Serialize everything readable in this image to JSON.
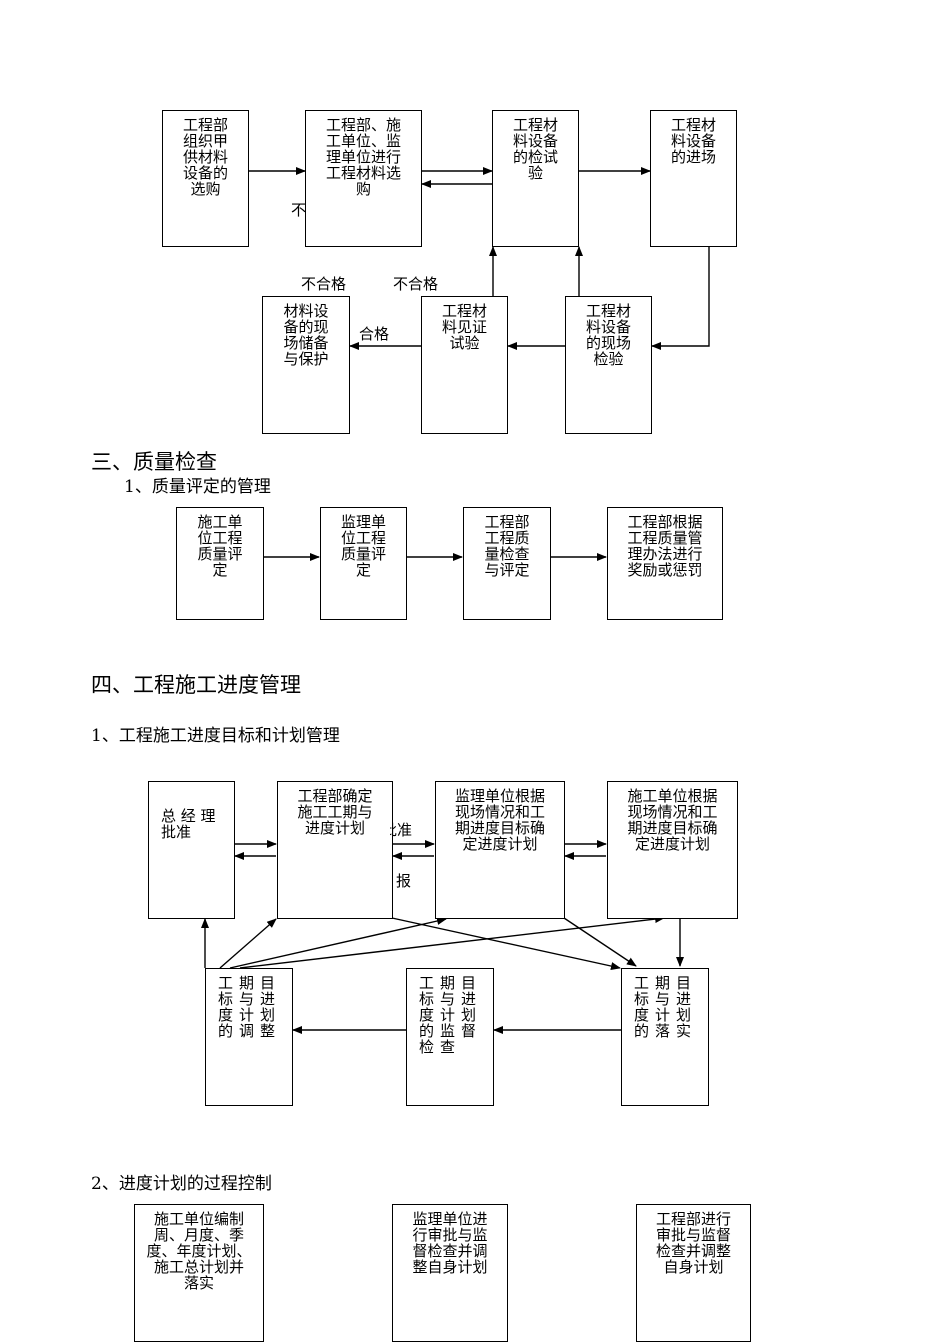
{
  "diagram1": {
    "boxes": [
      "工程部\n组织甲\n供材料\n设备的\n选购",
      "工程部、施\n工单位、监\n理单位进行\n工程材料选\n购",
      "工程材\n料设备\n的检试\n验",
      "工程材\n料设备\n的进场",
      "材料设\n备的现\n场储备\n与保护",
      "工程材\n料见证\n试验",
      "工程材\n料设备\n的现场\n检验"
    ],
    "labels": {
      "fail_partial": "不",
      "fail_1": "不合格",
      "fail_2": "不合格",
      "pass": "合格"
    }
  },
  "section3": {
    "title": "三、质量检查",
    "subtitle": "1、质量评定的管理",
    "boxes": [
      "施工单\n位工程\n质量评\n定",
      "监理单\n位工程\n质量评\n定",
      "工程部\n工程质\n量检查\n与评定",
      "工程部根据\n工程质量管\n理办法进行\n奖励或惩罚"
    ]
  },
  "section4": {
    "title": "四、工程施工进度管理",
    "subtitle1": "1、工程施工进度目标和计划管理",
    "boxes": [
      "总 经 理\n批准",
      "工程部确定\n施工工期与\n进度计划",
      "监理单位根据\n现场情况和工\n期进度目标确\n定进度计划",
      "施工单位根据\n现场情况和工\n期进度目标确\n定进度计划",
      "工期目\n标与进\n度计划\n的调整",
      "工期目\n标与进\n度计划\n的监督\n检查",
      "工期目\n标与进\n度计划\n的落实"
    ],
    "labels": {
      "approve_partial": "批准",
      "report_partial": "报"
    },
    "subtitle2": "2、进度计划的过程控制",
    "control_boxes": [
      "施工单位编制\n周、月度、季\n度、年度计划、\n施工总计划并\n落实",
      "监理单位进\n行审批与监\n督检查并调\n整自身计划",
      "工程部进行\n审批与监督\n检查并调整\n自身计划"
    ]
  }
}
